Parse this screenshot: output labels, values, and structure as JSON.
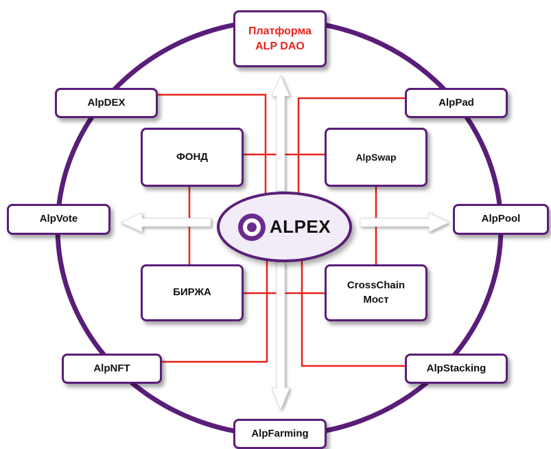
{
  "center": {
    "label": "ALPEX",
    "logo_icon": "alpex-logo-icon"
  },
  "outer_nodes": {
    "top": "Платформа\nALP DAO",
    "bottom": "AlpFarming",
    "left": "AlpVote",
    "right": "AlpPool",
    "top_left": "AlpDEX",
    "top_right": "AlpPad",
    "bottom_left": "AlpNFT",
    "bottom_right": "AlpStacking"
  },
  "inner_nodes": {
    "top_left": "ФОНД",
    "top_right": "AlpSwap",
    "bottom_left": "БИРЖА",
    "bottom_right": "CrossChain\nМост"
  },
  "colors": {
    "ring": "#5a1d78",
    "connector": "#e8231b",
    "highlight_text": "#e8231b",
    "arrow": "#ffffff"
  }
}
